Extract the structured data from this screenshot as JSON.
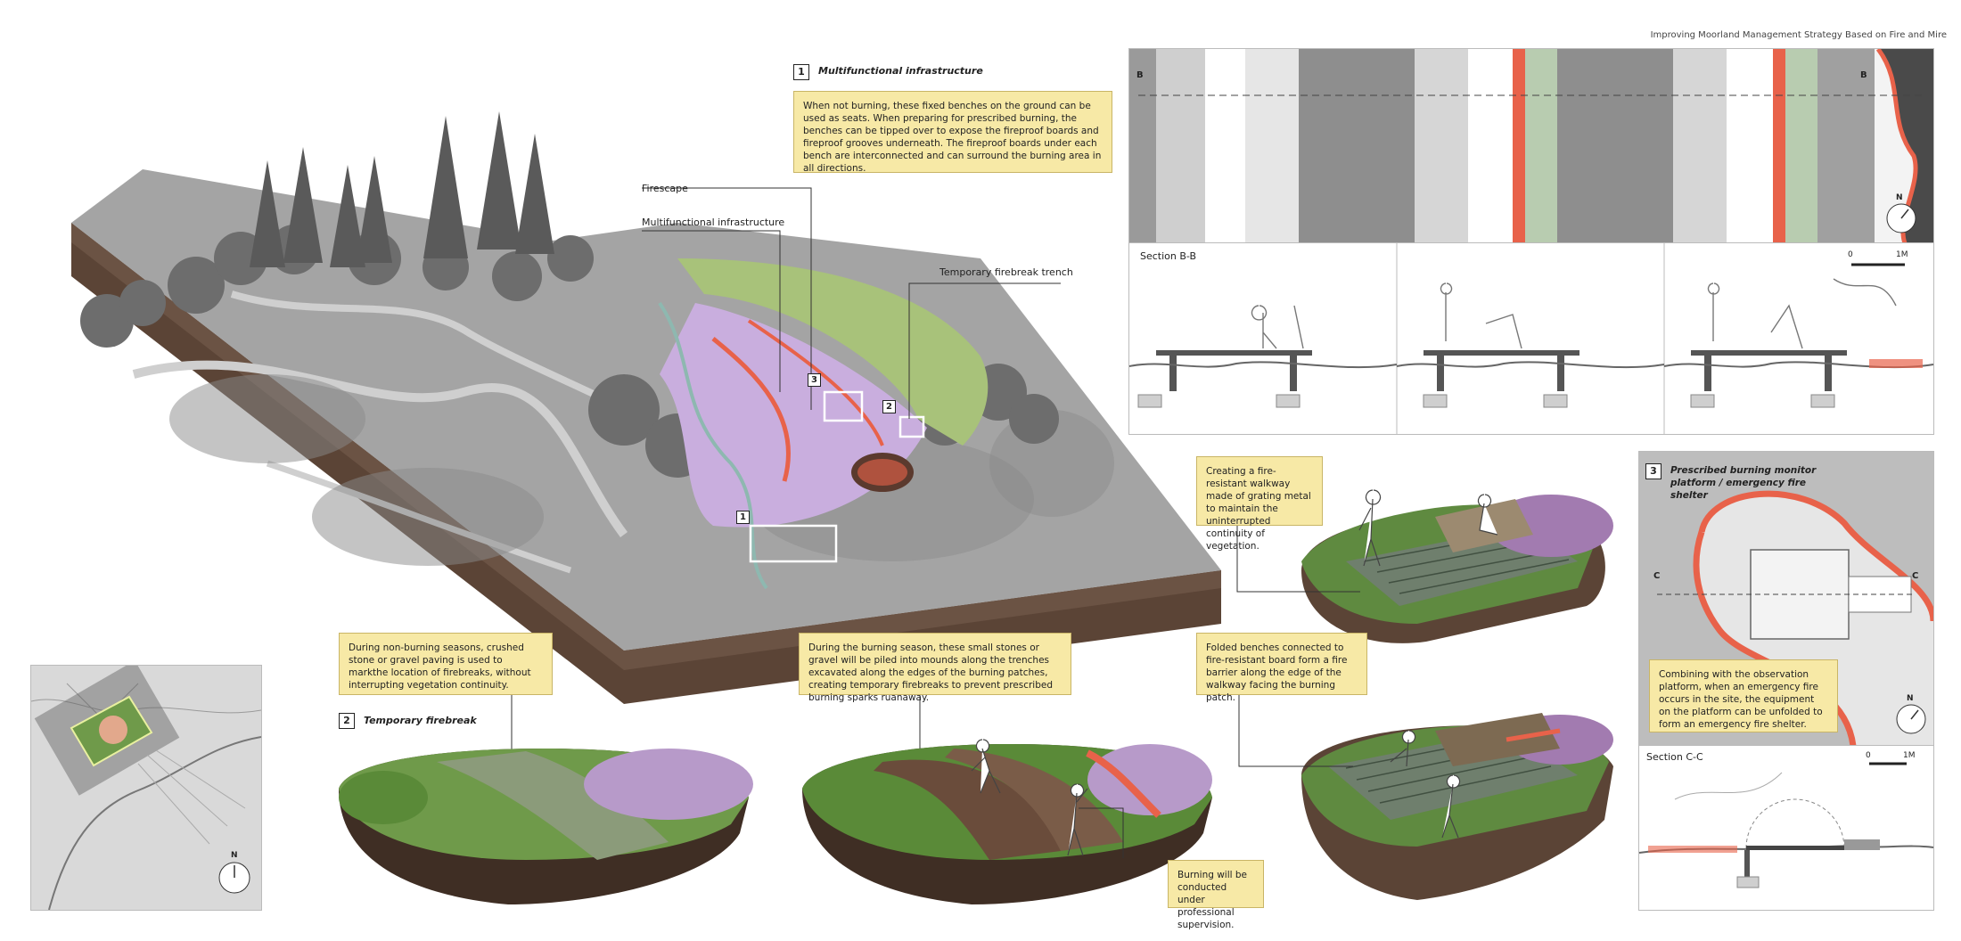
{
  "header": {
    "title": "Improving Moorland Management Strategy Based on Fire and Mire"
  },
  "section1": {
    "number": "1",
    "title": "Multifunctional infrastructure",
    "note": "When not burning, these fixed benches on the ground can be used as seats. When preparing for prescribed burning, the benches can be tipped over to expose the fireproof boards and fireproof grooves underneath. The fireproof boards under each bench are interconnected and can surround the burning area in all directions."
  },
  "map_labels": {
    "firescape": "Firescape",
    "multifunctional": "Multifunctional infrastructure",
    "trench": "Temporary firebreak trench",
    "marker1": "1",
    "marker2": "2",
    "marker3": "3"
  },
  "section_bb": {
    "title": "Section B-B",
    "marker_left": "B",
    "marker_right": "B",
    "scale_zero": "0",
    "scale_max": "1M",
    "north": "N"
  },
  "walkway_note": "Creating a fire-resistant walkway made of grating metal to maintain the uninterrupted continuity of vegetation.",
  "barrier_note": "Folded benches connected to fire-resistant board form a fire barrier along the edge of the walkway facing the burning patch.",
  "section2": {
    "number": "2",
    "title": "Temporary firebreak",
    "note_nonburning": "During non-burning seasons, crushed stone or gravel paving is used to markthe location of firebreaks, without interrupting vegetation continuity.",
    "note_burning": "During the burning season, these small stones or gravel will be piled into mounds along the trenches excavated along the edges of the burning patches, creating temporary firebreaks to prevent prescribed burning sparks ruanaway.",
    "note_supervision": "Burning will be conducted under professional supervision."
  },
  "section3": {
    "number": "3",
    "title": "Prescribed burning monitor platform / emergency fire shelter",
    "note": "Combining with the observation platform, when an emergency fire occurs in the site, the equipment on the platform can be unfolded to form an emergency fire shelter.",
    "section_title": "Section C-C",
    "marker_left": "C",
    "marker_right": "C",
    "scale_zero": "0",
    "scale_max": "1M",
    "north": "N"
  },
  "locator": {
    "north": "N"
  },
  "colors": {
    "note_bg": "#f7e9a6",
    "heather": "#b79ac9",
    "fire": "#e8624a",
    "grass": "#6f9a4a",
    "soil": "#5b4436",
    "terrain": "#9a9a9a"
  }
}
